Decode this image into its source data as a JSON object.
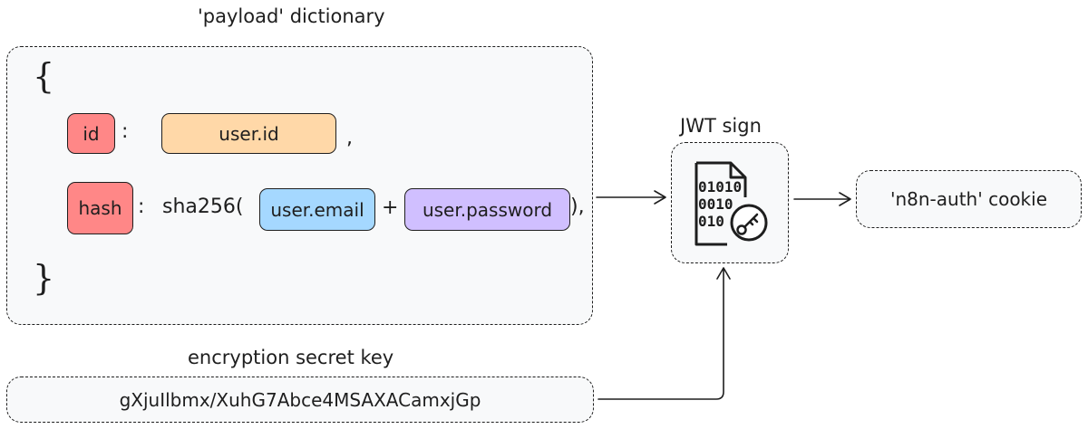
{
  "payload": {
    "title": "'payload' dictionary",
    "open_brace": "{",
    "close_brace": "}",
    "id_key": "id",
    "colon": ":",
    "id_value": "user.id",
    "comma": ",",
    "hash_key": "hash",
    "sha_prefix": "sha256(",
    "email": "user.email",
    "plus": "+",
    "password": "user.password",
    "sha_suffix": "),"
  },
  "jwt": {
    "title": "JWT sign",
    "icon": "binary-document-key-icon",
    "binary_lines": [
      "01010",
      "0010",
      "010"
    ]
  },
  "output": {
    "label": "'n8n-auth' cookie"
  },
  "secret": {
    "title": "encryption secret key",
    "value": "gXjuIlbmx/XuhG7Abce4MSAXACamxjGp"
  },
  "colors": {
    "key_red": "#ff8787",
    "value_orange": "#ffd8a8",
    "value_blue": "#a5d8ff",
    "value_purple": "#d0bfff",
    "box_fill": "#f8f9fa",
    "stroke": "#1e1e1e"
  }
}
